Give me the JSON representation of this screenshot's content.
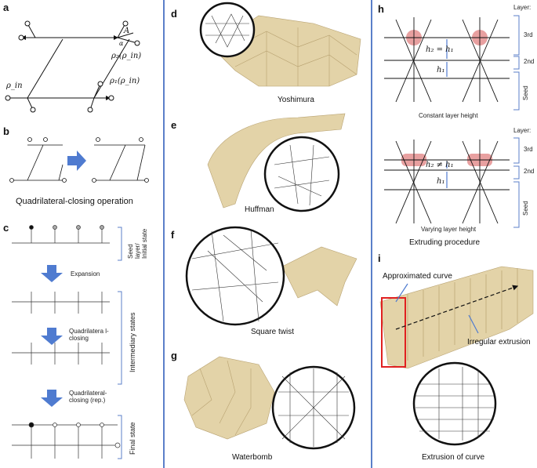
{
  "panels": {
    "a": {
      "letter": "a",
      "rho_in": "ρ_in",
      "rho1": "ρ₁(ρ_in)",
      "rho2": "ρ₂(ρ_in)",
      "A": "A",
      "alpha": "α"
    },
    "b": {
      "letter": "b",
      "caption": "Quadrilateral-closing operation"
    },
    "c": {
      "letter": "c",
      "step1": "Expansion",
      "step2": "Quadrilatera l-closing",
      "step3": "Quadrilateral- closing (rep.)",
      "side1": "Seed layer/ Initial state",
      "side2": "Intermediary states",
      "side3": "Final state"
    },
    "d": {
      "letter": "d",
      "caption": "Yoshimura"
    },
    "e": {
      "letter": "e",
      "caption": "Huffman"
    },
    "f": {
      "letter": "f",
      "caption": "Square twist"
    },
    "g": {
      "letter": "g",
      "caption": "Waterbomb"
    },
    "h": {
      "letter": "h",
      "layer_title": "Layer:",
      "l3": "3rd",
      "l2": "2nd",
      "seed": "Seed",
      "h2eq": "h₂ = h₁",
      "h1": "h₁",
      "h2neq": "h₂ ≠ h₁",
      "caption1": "Constant layer height",
      "caption2": "Varying layer height",
      "caption3": "Extruding procedure"
    },
    "i": {
      "letter": "i",
      "approx": "Approximated curve",
      "irregular": "Irregular extrusion",
      "caption": "Extrusion of curve"
    }
  },
  "colors": {
    "accent": "#5b7fc9",
    "arrow": "#4f7bd0",
    "paper": "#e3d3a8",
    "paper_dark": "#c9b482",
    "highlight": "#e8a0a0",
    "red": "#e02020"
  }
}
